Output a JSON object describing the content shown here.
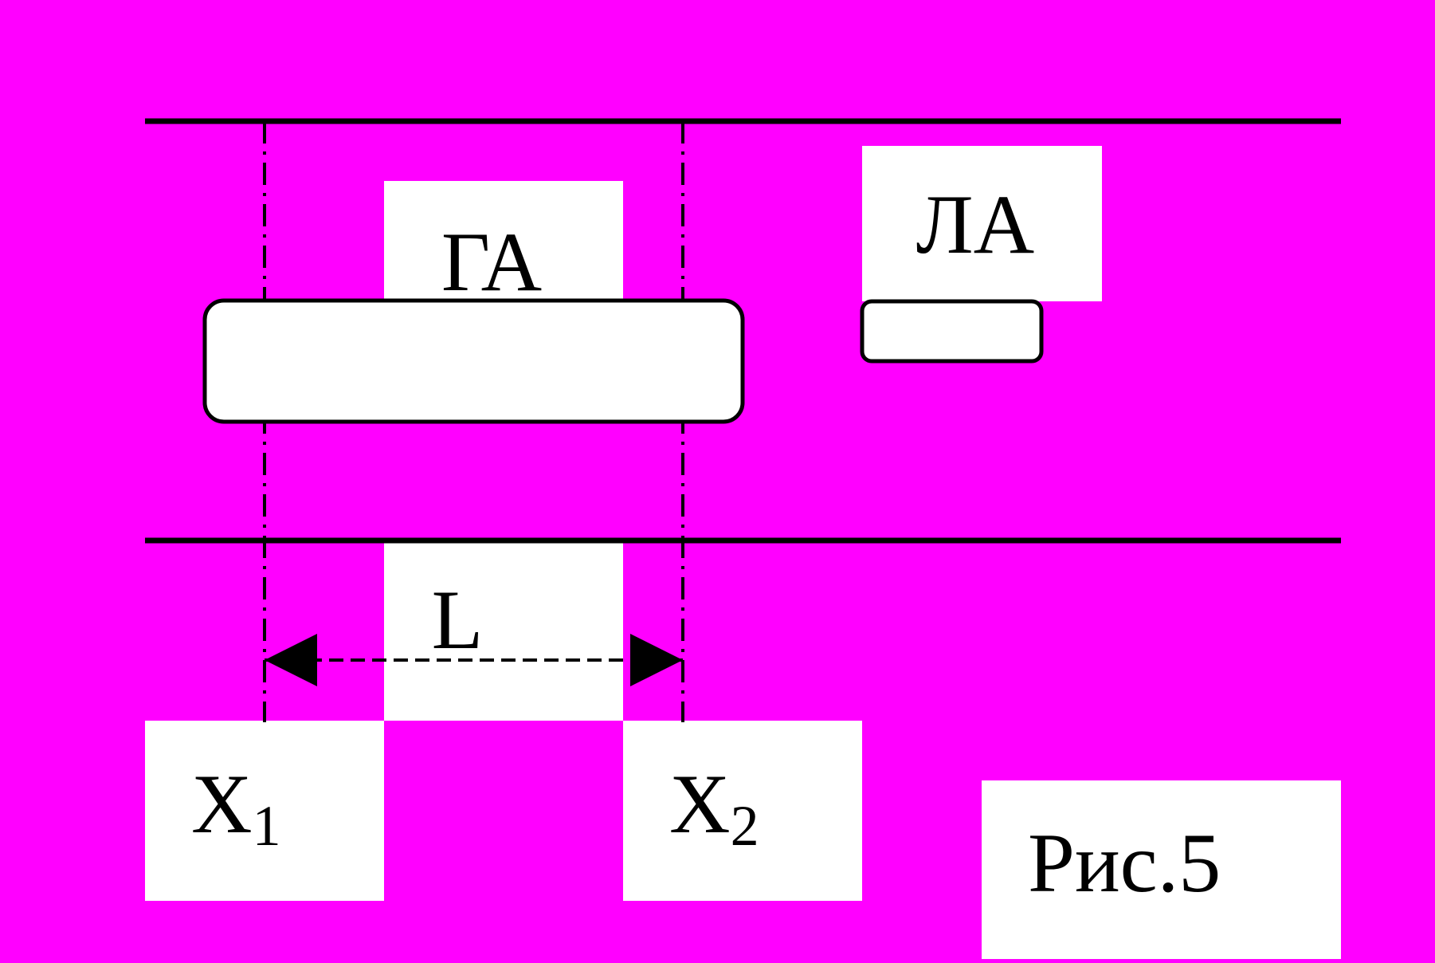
{
  "colors": {
    "background": "#ff00ff",
    "box_fill": "#ffffff",
    "stroke": "#000000"
  },
  "labels": {
    "ga": "ГА",
    "la": "ЛА",
    "length": "L",
    "x1_main": "X",
    "x1_sub": "1",
    "x2_main": "X",
    "x2_sub": "2",
    "figure": "Рис.5"
  }
}
